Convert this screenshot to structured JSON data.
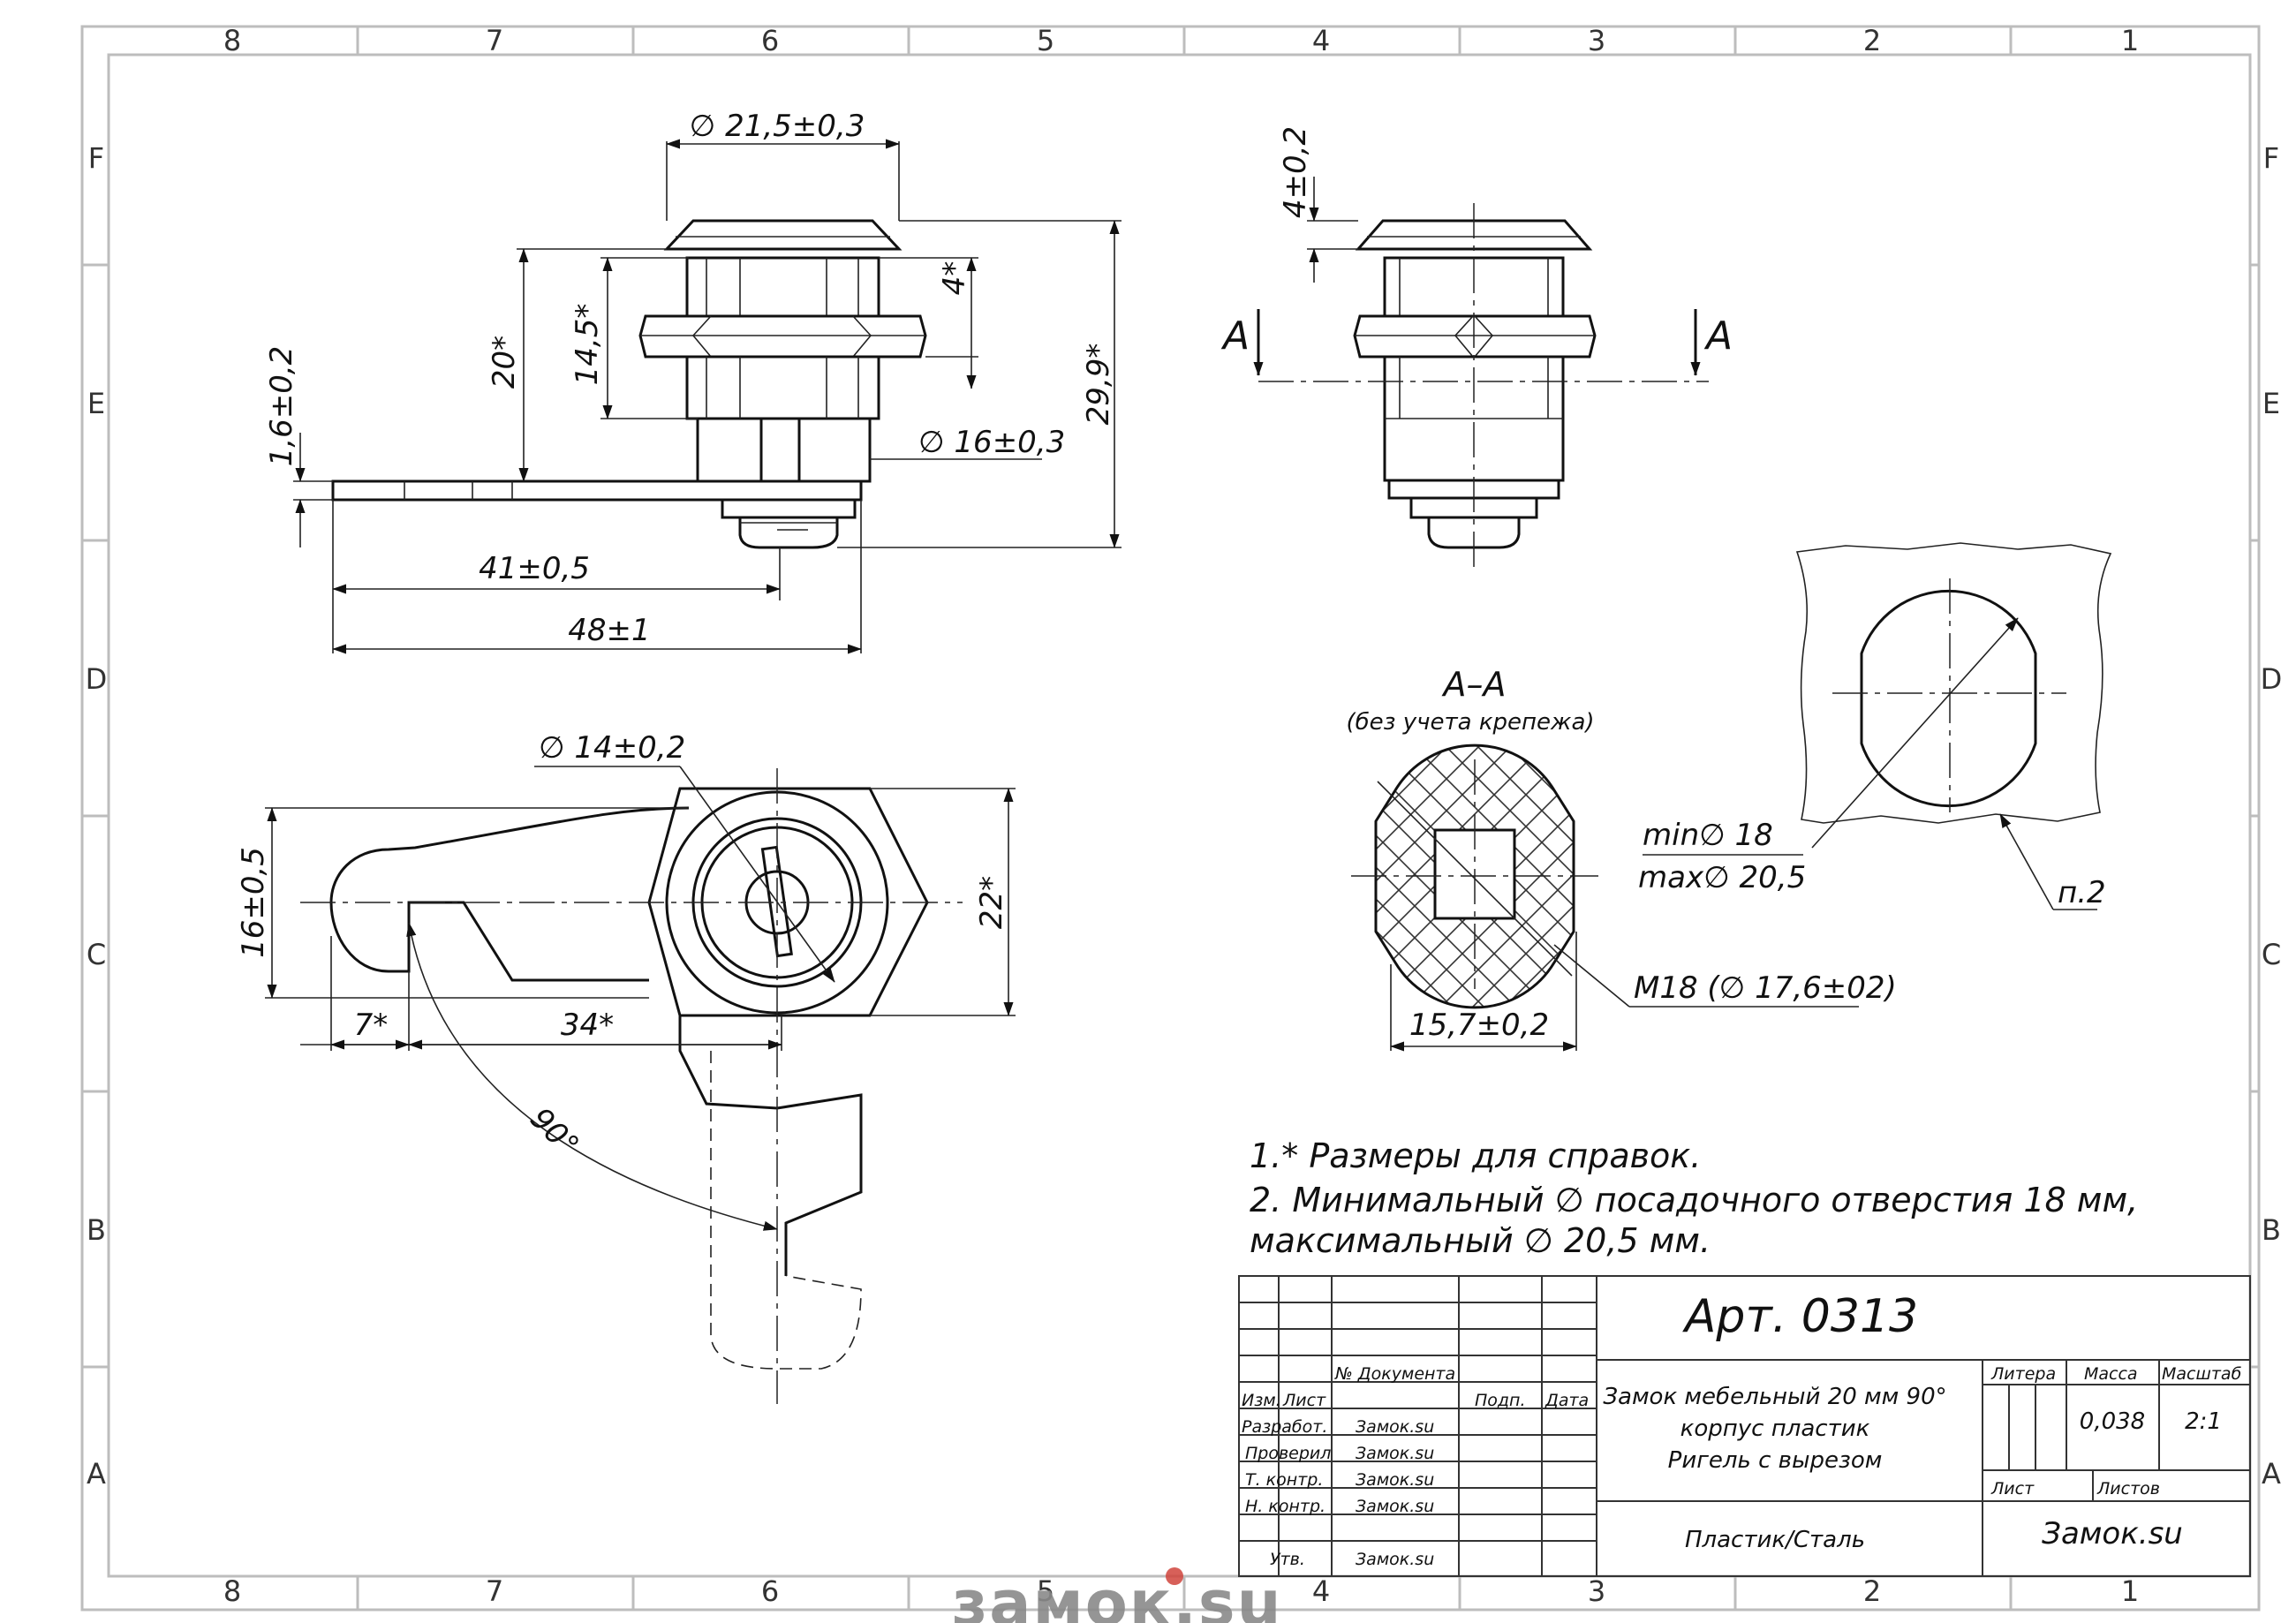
{
  "zones": {
    "columns": [
      "8",
      "7",
      "6",
      "5",
      "4",
      "3",
      "2",
      "1"
    ],
    "rows": [
      "F",
      "E",
      "D",
      "C",
      "B",
      "A"
    ]
  },
  "dimensions": {
    "d21": "∅ 21,5±0,3",
    "h4b": "4±0,2",
    "d4": "4*",
    "h20": "20*",
    "h14": "14,5*",
    "h29": "29,9*",
    "h16b": "1,6±0,2",
    "d16": "∅ 16±0,3",
    "l41": "41±0,5",
    "l48": "48±1",
    "d14": "∅ 14±0,2",
    "w16": "16±0,5",
    "h22": "22*",
    "l7": "7*",
    "l34": "34*",
    "ang": "90°",
    "w15": "15,7±0,2",
    "m18": "M18  (∅ 17,6±02)",
    "min": "min∅  18",
    "max": "max∅ 20,5",
    "p2": "п.2",
    "arrowA": "A"
  },
  "section": {
    "title": "А–А",
    "subtitle": "(без учета крепежа)"
  },
  "notes": [
    "1.* Размеры для справок.",
    "2. Минимальный ∅ посадочного отверстия 18 мм,",
    "максимальный ∅  20,5 мм."
  ],
  "title_block": {
    "article": "Арт. 0313",
    "name_line1": "Замок мебельный  20 мм 90°",
    "name_line2": "корпус пластик",
    "name_line3": "Ригель с вырезом",
    "material": "Пластик/Сталь",
    "company": "Замок.su",
    "h_doc": "№ Документа",
    "h_izm": "Изм.",
    "h_list": "Лист",
    "h_podp": "Подп.",
    "h_data": "Дата",
    "r_razrab": "Разработ.",
    "r_prover": "Проверил",
    "r_tkontr": "Т. контр.",
    "r_nkontr": "Н. контр.",
    "r_utv": "Утв.",
    "v_razrab": "Замок.su",
    "v_prover": "Замок.su",
    "v_tkontr": "Замок.su",
    "v_nkontr": "Замок.su",
    "v_utv": "Замок.su",
    "h_litera": "Литера",
    "h_massa": "Масса",
    "h_masshtab": "Масштаб",
    "massa": "0,038",
    "masshtab": "2:1",
    "sheet": "Лист",
    "sheets": "Листов"
  },
  "watermark": "замок.su"
}
